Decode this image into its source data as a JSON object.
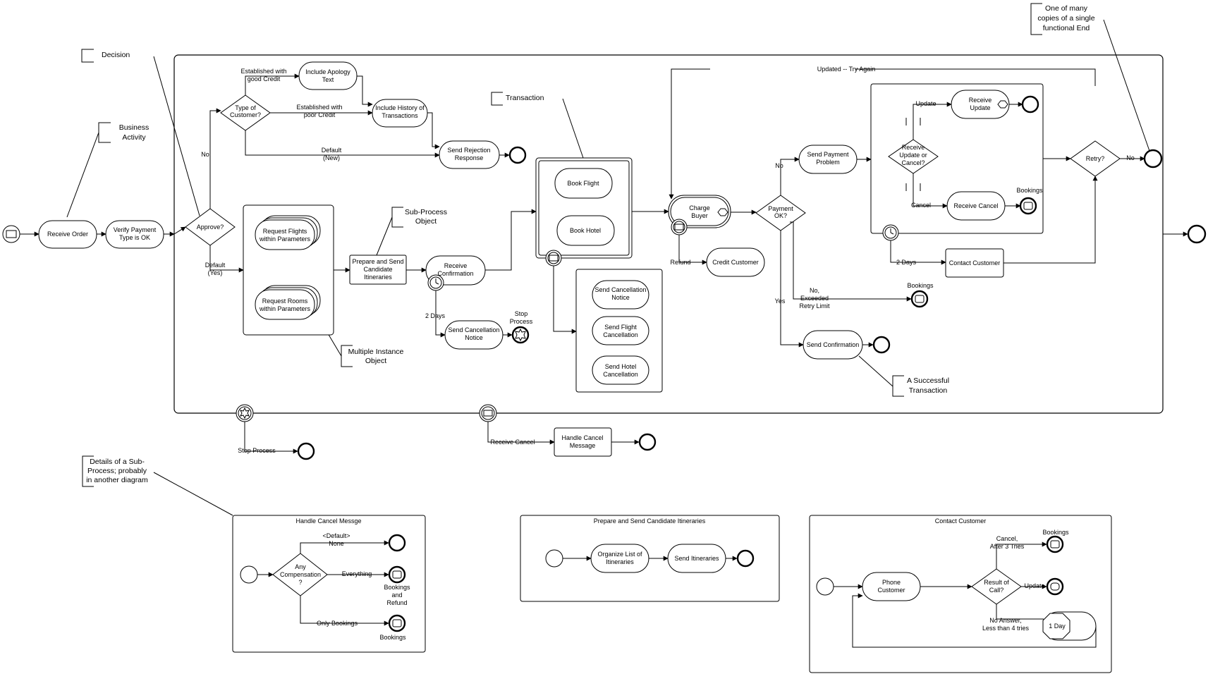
{
  "annotations": {
    "business_activity": [
      "Business",
      "Activity"
    ],
    "decision": "Decision",
    "transaction": "Transaction",
    "sub_process_object": [
      "Sub-Process",
      "Object"
    ],
    "multiple_instance_object": [
      "Multiple Instance",
      "Object"
    ],
    "successful_transaction": [
      "A Successful",
      "Transaction"
    ],
    "functional_end": [
      "One of many",
      "copies of a single",
      "functional End"
    ],
    "subprocess_details": [
      "Details of a Sub-",
      "Process; probably",
      "in another diagram"
    ]
  },
  "tasks": {
    "receive_order": [
      "Receive Order"
    ],
    "verify_payment": [
      "Verify Payment",
      "Type is OK"
    ],
    "include_apology": [
      "Include Apology",
      "Text"
    ],
    "include_history": [
      "Include History of",
      "Transactions"
    ],
    "send_rejection": [
      "Send Rejection",
      "Response"
    ],
    "request_flights": [
      "Request Flights",
      "within Parameters"
    ],
    "request_rooms": [
      "Request Rooms",
      "within Parameters"
    ],
    "prepare_send": [
      "Prepare and Send",
      "Candidate",
      "Itineraries"
    ],
    "receive_confirmation": [
      "Receive",
      "Confirmation"
    ],
    "send_cancellation_notice": [
      "Send Cancellation",
      "Notice"
    ],
    "book_flight": [
      "Book Flight"
    ],
    "book_hotel": [
      "Book Hotel"
    ],
    "comp_send_cancellation": [
      "Send Cancellation",
      "Notice"
    ],
    "send_flight_cancellation": [
      "Send Flight",
      "Cancellation"
    ],
    "send_hotel_cancellation": [
      "Send Hotel",
      "Cancellation"
    ],
    "charge_buyer": [
      "Charge",
      "Buyer"
    ],
    "credit_customer": [
      "Credit Customer"
    ],
    "send_payment_problem": [
      "Send Payment",
      "Problem"
    ],
    "receive_update": [
      "Receive",
      "Update"
    ],
    "receive_cancel": [
      "Receive Cancel"
    ],
    "contact_customer": [
      "Contact Customer"
    ],
    "send_confirmation": [
      "Send Confirmation"
    ],
    "handle_cancel_message": [
      "Handle Cancel",
      "Message"
    ],
    "organize_list": [
      "Organize List of",
      "Itineraries"
    ],
    "send_itineraries": [
      "Send Itineraries"
    ],
    "phone_customer": [
      "Phone",
      "Customer"
    ],
    "one_day": [
      "1 Day"
    ]
  },
  "gateways": {
    "approve": [
      "Approve?"
    ],
    "type_of_customer": [
      "Type of",
      "Customer?"
    ],
    "payment_ok": [
      "Payment",
      "OK?"
    ],
    "receive_update_or_cancel": [
      "Receive",
      "Update or",
      "Cancel?"
    ],
    "retry": [
      "Retry?"
    ],
    "any_compensation": [
      "Any",
      "Compensation",
      "?"
    ],
    "result_of_call": [
      "Result of",
      "Call?"
    ]
  },
  "flow_labels": {
    "no": "No",
    "default_yes": [
      "Default",
      "(Yes)"
    ],
    "established_good": [
      "Established with",
      "good Credit"
    ],
    "established_poor": [
      "Established with",
      "poor Credit"
    ],
    "default_new": [
      "Default",
      "(New)"
    ],
    "two_days": "2 Days",
    "stop_process": [
      "Stop",
      "Process"
    ],
    "updated_try_again": "Updated -- Try Again",
    "refund": "Refund",
    "payment_no": "No",
    "yes": "Yes",
    "no_exceeded": [
      "No,",
      "Exceeded",
      "Retry Limit"
    ],
    "bookings": "Bookings",
    "update": "Update",
    "cancel": "Cancel",
    "retry_no": "No",
    "stop_process_boundary": "Stop  Process",
    "receive_cancel_boundary": "Receive  Cancel",
    "default_none": [
      "<Default>",
      "None"
    ],
    "everything": "Everything",
    "bookings_and_refund": [
      "Bookings",
      "and",
      "Refund"
    ],
    "only_bookings": "Only Bookings",
    "cancel_after_3": [
      "Cancel,",
      "After 3 Tries"
    ],
    "no_answer": [
      "No Answer,",
      "Less than 4 tries"
    ]
  },
  "subprocess_titles": {
    "handle_cancel": "Handle Cancel Messge",
    "prepare_send": "Prepare and Send Candidate Itineraries",
    "contact_customer": "Contact Customer"
  }
}
